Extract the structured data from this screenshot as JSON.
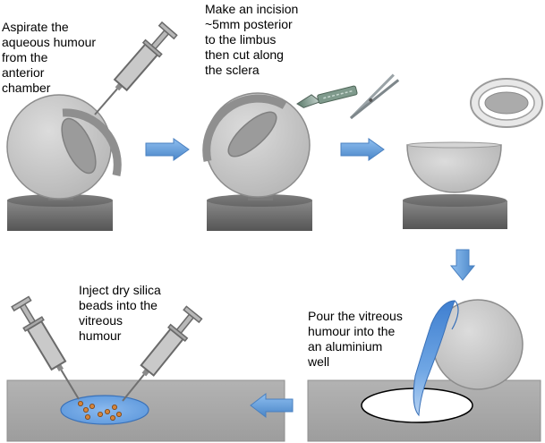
{
  "steps": [
    {
      "text": "Aspirate the\naqueous humour\nfrom the\nanterior\nchamber"
    },
    {
      "text": "Make an incision\n~5mm posterior\nto the limbus\nthen cut along\nthe sclera"
    },
    {
      "text": "Pour the vitreous\nhumour into the\nan aluminium\nwell"
    },
    {
      "text": "Inject dry silica\nbeads into the\nvitreous\nhumour"
    }
  ],
  "colors": {
    "eye": "#c8c8c8",
    "eye_edge": "#8c8c8c",
    "lens": "#9a9a9a",
    "stand": "#6e6e6e",
    "arrow": "#5b9bd5",
    "vitreous": "#5b9bd5",
    "tray": "#a6a6a6",
    "bead": "#d4843a"
  },
  "icons": [
    "syringe-icon",
    "scalpel-icon",
    "scissors-icon",
    "arrow-right-icon",
    "arrow-down-icon",
    "arrow-left-icon"
  ]
}
